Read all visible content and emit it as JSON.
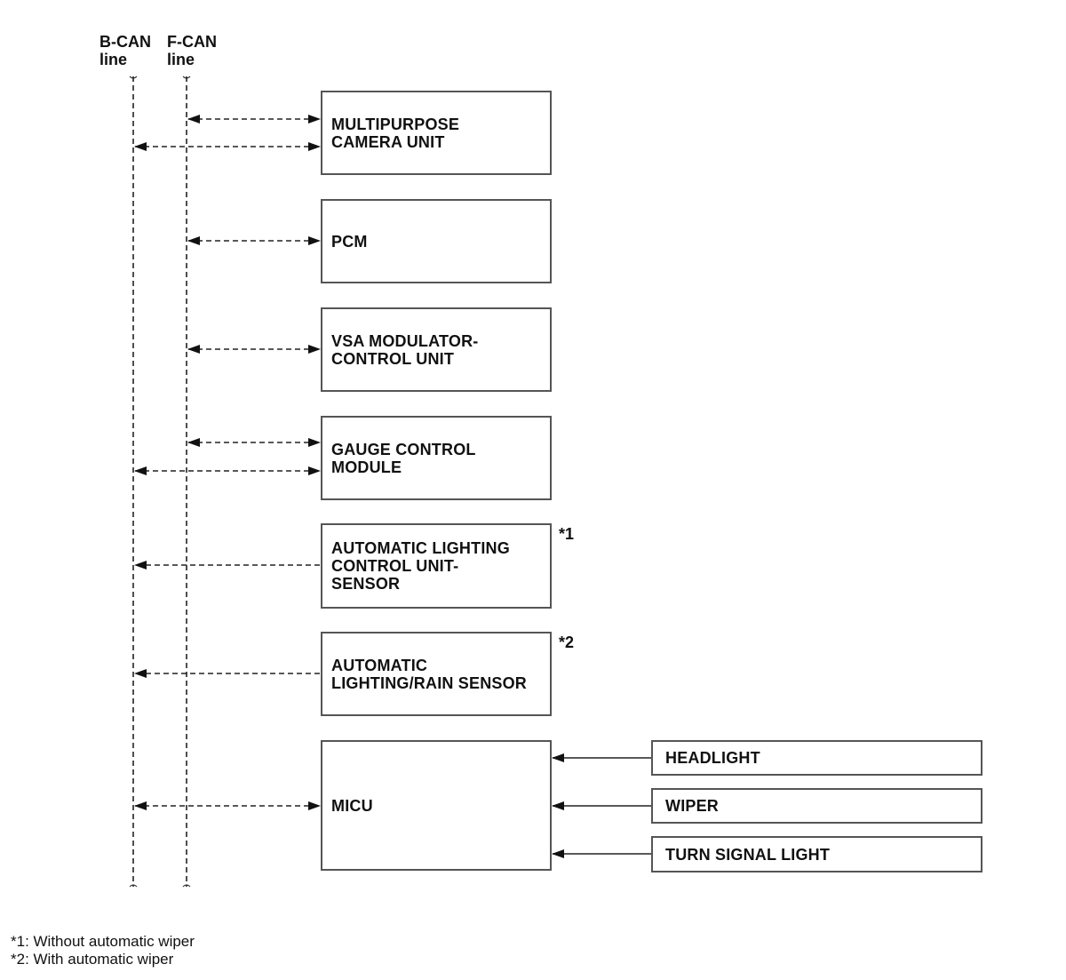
{
  "bus_headers": {
    "b_can": "B-CAN\nline",
    "f_can": "F-CAN\nline"
  },
  "modules": {
    "multipurpose_camera": "MULTIPURPOSE\nCAMERA UNIT",
    "pcm": "PCM",
    "vsa": "VSA MODULATOR-\nCONTROL UNIT",
    "gauge": "GAUGE CONTROL\nMODULE",
    "auto_lighting_unit": "AUTOMATIC LIGHTING\nCONTROL UNIT-\nSENSOR",
    "auto_lighting_rain": "AUTOMATIC\nLIGHTING/RAIN SENSOR",
    "micu": "MICU"
  },
  "inputs": {
    "headlight": "HEADLIGHT",
    "wiper": "WIPER",
    "turn_signal": "TURN SIGNAL LIGHT"
  },
  "marks": {
    "m1": "*1",
    "m2": "*2"
  },
  "footnotes": {
    "n1": "*1: Without automatic wiper",
    "n2": "*2: With automatic wiper"
  }
}
